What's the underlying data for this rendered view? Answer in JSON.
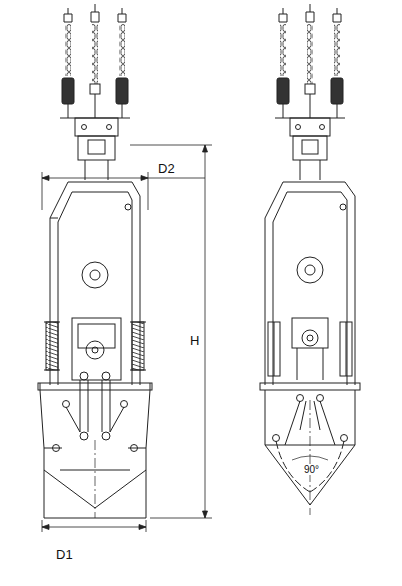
{
  "diagram": {
    "labels": [
      "D2",
      "H",
      "D1",
      "90°"
    ]
  }
}
